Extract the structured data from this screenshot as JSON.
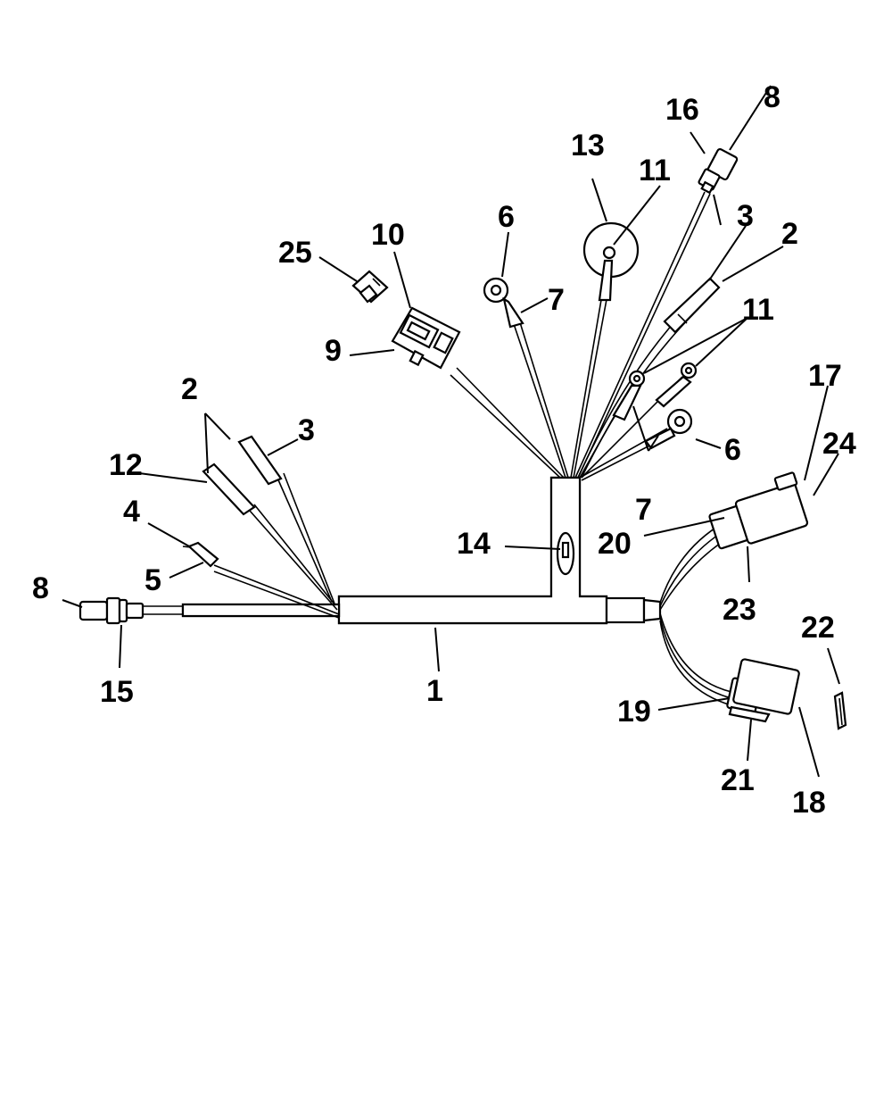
{
  "diagram": {
    "callouts": [
      {
        "id": "c1",
        "text": "1"
      },
      {
        "id": "c2a",
        "text": "2"
      },
      {
        "id": "c2b",
        "text": "2"
      },
      {
        "id": "c3a",
        "text": "3"
      },
      {
        "id": "c3b",
        "text": "3"
      },
      {
        "id": "c4",
        "text": "4"
      },
      {
        "id": "c5",
        "text": "5"
      },
      {
        "id": "c6a",
        "text": "6"
      },
      {
        "id": "c6b",
        "text": "6"
      },
      {
        "id": "c7a",
        "text": "7"
      },
      {
        "id": "c7b",
        "text": "7"
      },
      {
        "id": "c8a",
        "text": "8"
      },
      {
        "id": "c8b",
        "text": "8"
      },
      {
        "id": "c9",
        "text": "9"
      },
      {
        "id": "c10",
        "text": "10"
      },
      {
        "id": "c11a",
        "text": "11"
      },
      {
        "id": "c11b",
        "text": "11"
      },
      {
        "id": "c12",
        "text": "12"
      },
      {
        "id": "c13",
        "text": "13"
      },
      {
        "id": "c14",
        "text": "14"
      },
      {
        "id": "c15",
        "text": "15"
      },
      {
        "id": "c16",
        "text": "16"
      },
      {
        "id": "c17",
        "text": "17"
      },
      {
        "id": "c18",
        "text": "18"
      },
      {
        "id": "c19",
        "text": "19"
      },
      {
        "id": "c20",
        "text": "20"
      },
      {
        "id": "c21",
        "text": "21"
      },
      {
        "id": "c22",
        "text": "22"
      },
      {
        "id": "c23",
        "text": "23"
      },
      {
        "id": "c24",
        "text": "24"
      },
      {
        "id": "c25",
        "text": "25"
      }
    ]
  }
}
